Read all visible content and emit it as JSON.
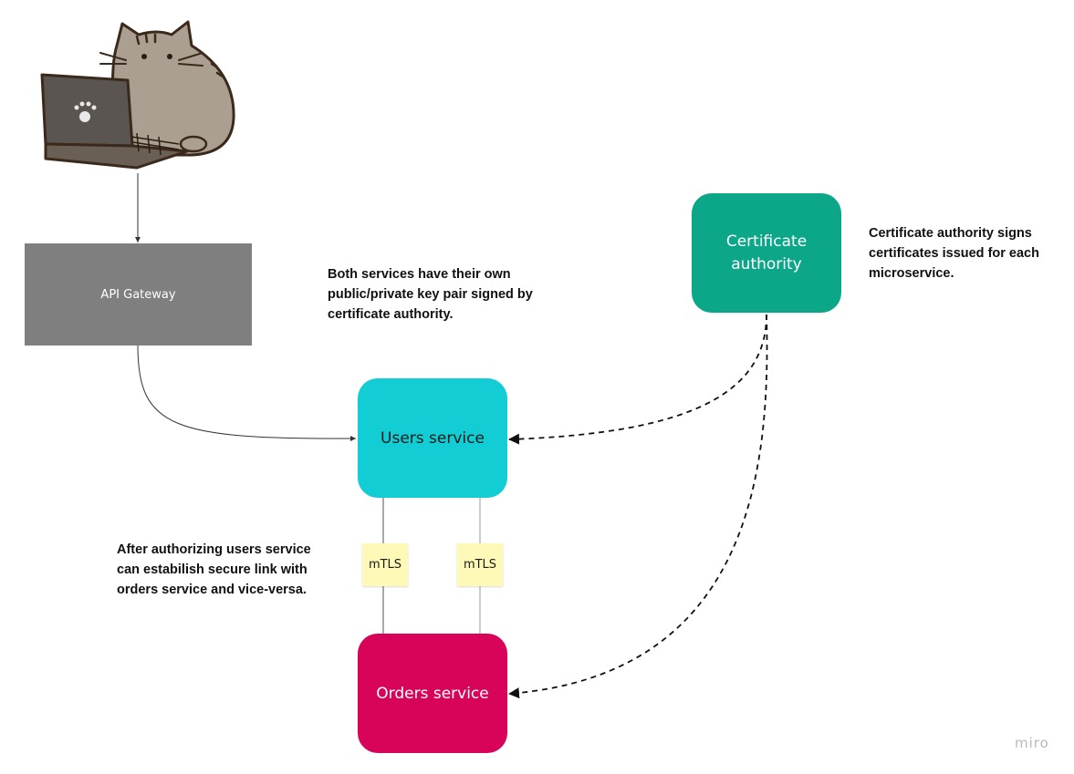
{
  "nodes": {
    "api_gateway": "API Gateway",
    "certificate_authority": "Certificate authority",
    "users_service": "Users service",
    "orders_service": "Orders service"
  },
  "sticky_notes": [
    "mTLS",
    "mTLS"
  ],
  "annotations": {
    "keys_note": "Both services have their own\npublic/private key pair signed by\ncertificate authority.",
    "ca_note": "Certificate authority signs\ncertificates issued for each\nmicroservice.",
    "mtls_note": "After authorizing users service\ncan estabilish secure link with\norders service and vice-versa."
  },
  "illustration": {
    "icon": "cat-with-laptop-icon"
  },
  "colors": {
    "api_gateway": "#7f7f7f",
    "certificate_authority": "#0ca789",
    "users_service": "#12cdd4",
    "orders_service": "#d8045a",
    "sticky": "#fef9b6"
  },
  "watermark": "miro"
}
